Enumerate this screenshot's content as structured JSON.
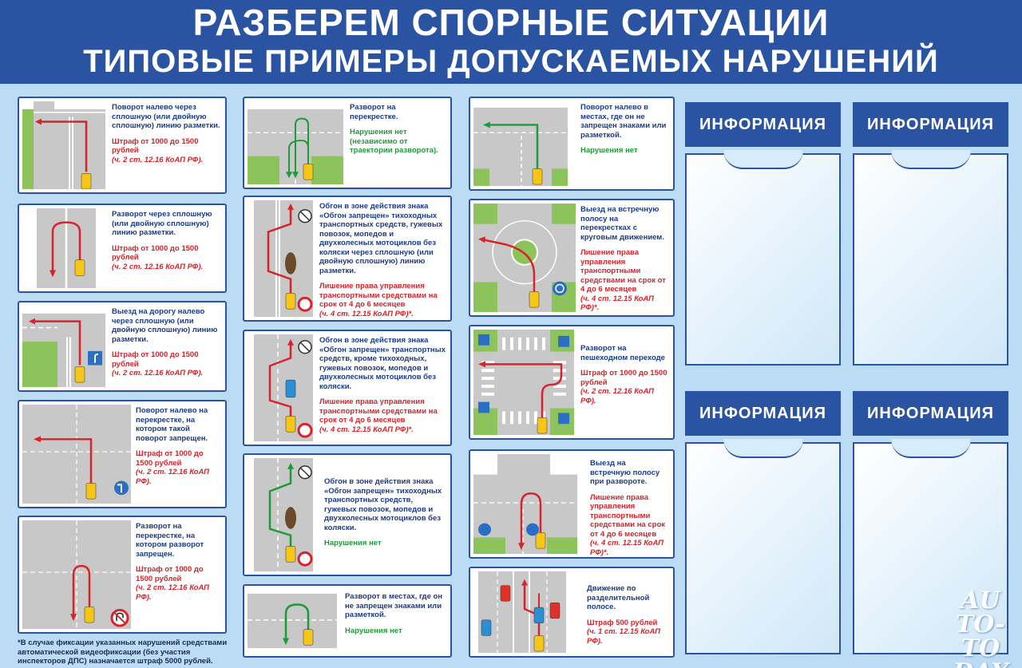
{
  "header": {
    "title": "РАЗБЕРЕМ СПОРНЫЕ СИТУАЦИИ",
    "subtitle": "ТИПОВЫЕ ПРИМЕРЫ ДОПУСКАЕМЫХ НАРУШЕНИЙ"
  },
  "col1": [
    {
      "desc": "Поворот налево через сплошную (или двойную сплошную) линию разметки.",
      "fine": "Штраф от 1000 до 1500 рублей",
      "article": "(ч. 2 ст. 12.16 КоАП РФ)."
    },
    {
      "desc": "Разворот через сплошную (или двойную сплошную) линию разметки.",
      "fine": "Штраф от 1000 до 1500 рублей",
      "article": "(ч. 2 ст. 12.16 КоАП РФ)."
    },
    {
      "desc": "Выезд на дорогу налево через сплошную (или двойную сплошную) линию разметки.",
      "fine": "Штраф от 1000 до 1500 рублей",
      "article": "(ч. 2 ст. 12.16 КоАП РФ)."
    },
    {
      "desc": "Поворот налево на перекрестке, на котором такой поворот запрещен.",
      "fine": "Штраф от 1000 до 1500 рублей",
      "article": "(ч. 2 ст. 12.16 КоАП РФ)."
    },
    {
      "desc": "Разворот на перекрестке, на котором разворот запрещен.",
      "fine": "Штраф от 1000 до 1500 рублей",
      "article": "(ч. 2 ст. 12.16 КоАП РФ)."
    }
  ],
  "col2": [
    {
      "desc": "Разворот на перекрестке.",
      "ok": "Нарушения нет (независимо от траектории разворота)."
    },
    {
      "desc": "Обгон в зоне действия знака «Обгон запрещен» тихоходных транспортных средств, гужевых повозок, мопедов и двухколесных мотоциклов без коляски через сплошную (или двойную сплошную) линию разметки.",
      "fine": "Лишение права управления транспортными средствами на срок от 4 до 6 месяцев",
      "article": "(ч. 4 ст. 12.15 КоАП РФ)*."
    },
    {
      "desc": "Обгон в зоне действия знака «Обгон запрещен» транспортных средств, кроме тихоходных, гужевых повозок, мопедов и двухколесных мотоциклов без коляски.",
      "fine": "Лишение права управления транспортными средствами на срок от 4 до 6 месяцев",
      "article": "(ч. 4 ст. 12.15 КоАП РФ)*."
    },
    {
      "desc": "Обгон в зоне действия знака «Обгон запрещен» тихоходных транспортных средств, гужевых повозок, мопедов и двухколесных мотоциклов без коляски.",
      "ok": "Нарушения нет"
    },
    {
      "desc": "Разворот в местах, где он не запрещен знаками или разметкой.",
      "ok": "Нарушения нет"
    }
  ],
  "col3": [
    {
      "desc": "Поворот налево в местах, где он не запрещен знаками или разметкой.",
      "ok": "Нарушения нет"
    },
    {
      "desc": "Выезд на встречную полосу на перекрестках с круговым движением.",
      "fine": "Лишение права управления транспортными средствами на срок от 4 до 6 месяцев",
      "article": "(ч. 4 ст. 12.15 КоАП РФ)*."
    },
    {
      "desc": "Разворот на пешеходном переходе",
      "fine": "Штраф от 1000 до 1500 рублей",
      "article": "(ч. 2 ст. 12.16 КоАП РФ)."
    },
    {
      "desc": "Выезд на встречную полосу при развороте.",
      "fine": "Лишение права управления транспортными средствами на срок от 4 до 6 месяцев",
      "article": "(ч. 4 ст. 12.15 КоАП РФ)*."
    },
    {
      "desc": "Движение по разделительной полосе.",
      "fine": "Штраф 500 рублей",
      "article": "(ч. 1 ст. 12.15 КоАП РФ)."
    }
  ],
  "footnote": "*В случае фиксации указанных нарушений средствами автоматической видеофиксации (без участия инспекторов ДПС) назначается штраф 5000 рублей.",
  "panels": [
    "ИНФОРМАЦИЯ",
    "ИНФОРМАЦИЯ",
    "ИНФОРМАЦИЯ",
    "ИНФОРМАЦИЯ"
  ],
  "watermark": {
    "l1": "AU",
    "l2": "TO-TO",
    "l3": "DAY"
  },
  "colors": {
    "brand_blue": "#2a53a2",
    "fine_red": "#d8232a",
    "ok_green": "#1f9a3a",
    "background": "#bcdcf5"
  }
}
